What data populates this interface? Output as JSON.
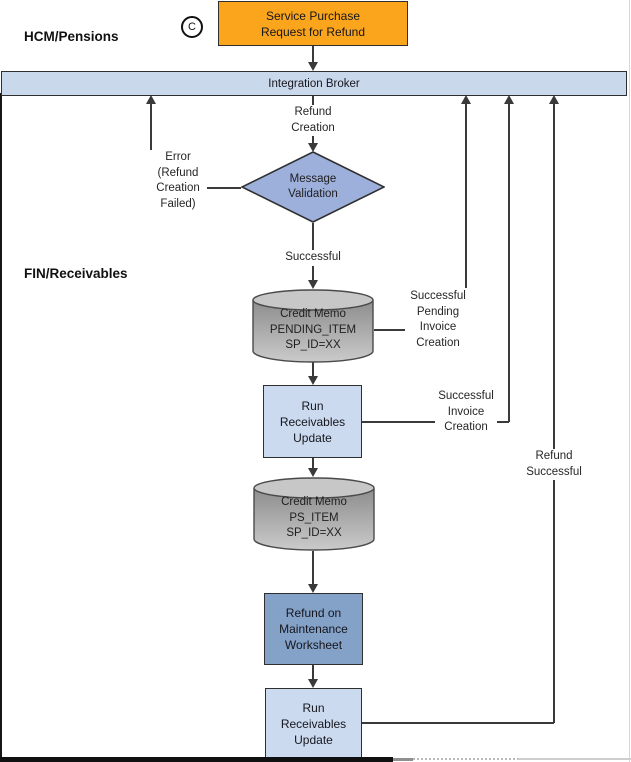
{
  "lanes": {
    "hcm": "HCM/Pensions",
    "fin": "FIN/Receivables"
  },
  "badge": {
    "letter": "C"
  },
  "nodes": {
    "service_request": {
      "label": "Service Purchase\nRequest for Refund"
    },
    "integration_broker": {
      "label": "Integration Broker"
    },
    "message_validation": {
      "label": "Message\nValidation"
    },
    "credit_memo_pending": {
      "label": "Credit Memo\nPENDING_ITEM\nSP_ID=XX"
    },
    "run_receivables_update_1": {
      "label": "Run\nReceivables\nUpdate"
    },
    "credit_memo_ps": {
      "label": "Credit Memo\nPS_ITEM\nSP_ID=XX"
    },
    "refund_maintenance_worksheet": {
      "label": "Refund on\nMaintenance\nWorksheet"
    },
    "run_receivables_update_2": {
      "label": "Run\nReceivables\nUpdate"
    }
  },
  "edge_labels": {
    "refund_creation": "Refund\nCreation",
    "error_refund_failed": "Error\n(Refund\nCreation\nFailed)",
    "successful": "Successful",
    "successful_pending_invoice": "Successful\nPending\nInvoice\nCreation",
    "successful_invoice": "Successful\nInvoice\nCreation",
    "refund_successful": "Refund\nSuccessful"
  },
  "colors": {
    "start_box": "#FAA51C",
    "broker_bar": "#CAD8EC",
    "diamond": "#9DAFDB",
    "light_box": "#CBDAEF",
    "worksheet_box": "#84A1C7",
    "cylinder_top": "#C7C7C7",
    "cylinder_body_top": "#8D8D8D",
    "cylinder_body_bottom": "#CACACA",
    "line": "#3a3a3a"
  }
}
